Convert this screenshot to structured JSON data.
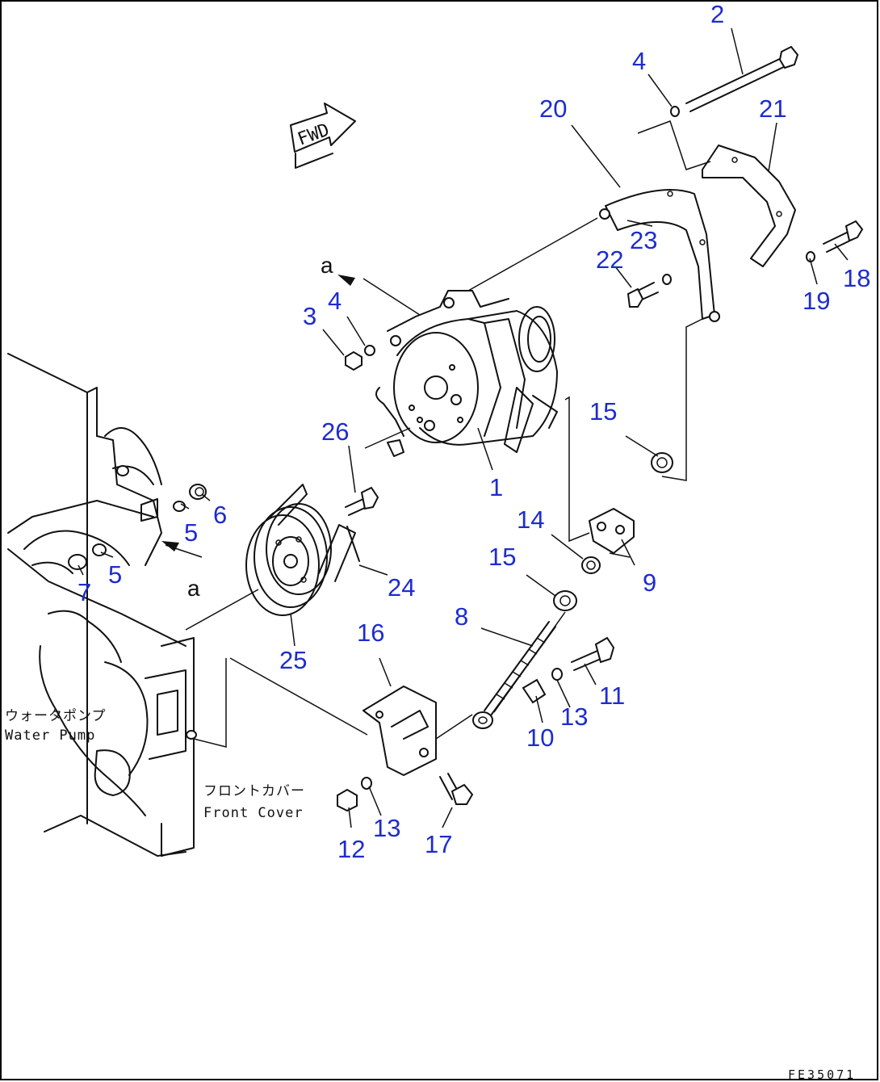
{
  "diagram": {
    "border_color": "#000000",
    "callout_color": "#1d2cd0",
    "fwd_label": "FWD",
    "marker_a": "a",
    "water_pump_jp": "ウォータポンプ",
    "water_pump_en": "Water Pump",
    "front_cover_jp": "フロントカバー",
    "front_cover_en": "Front Cover",
    "figure_code": "FE35071",
    "callouts": {
      "p1": "1",
      "p2": "2",
      "p3": "3",
      "p4a": "4",
      "p4b": "4",
      "p5a": "5",
      "p5b": "5",
      "p6": "6",
      "p7": "7",
      "p8": "8",
      "p9": "9",
      "p10": "10",
      "p11": "11",
      "p12": "12",
      "p13a": "13",
      "p13b": "13",
      "p14": "14",
      "p15a": "15",
      "p15b": "15",
      "p16": "16",
      "p17": "17",
      "p18": "18",
      "p19": "19",
      "p20": "20",
      "p21": "21",
      "p22": "22",
      "p23": "23",
      "p24": "24",
      "p25": "25",
      "p26": "26"
    }
  }
}
